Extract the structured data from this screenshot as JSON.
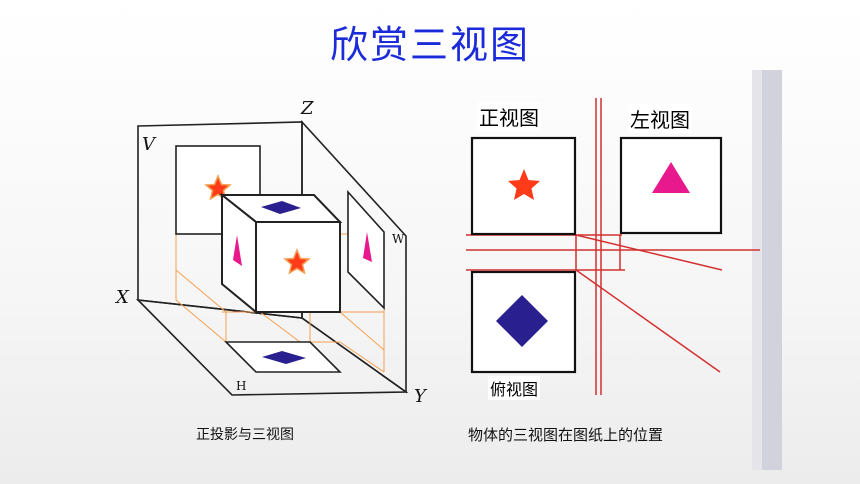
{
  "title": "欣赏三视图",
  "left_figure": {
    "axes": {
      "x": "X",
      "y": "Y",
      "z": "Z",
      "v": "V",
      "w": "W",
      "h": "H"
    },
    "caption": "正投影与三视图"
  },
  "right_figure": {
    "front_view_label": "正视图",
    "left_view_label": "左视图",
    "top_view_label": "俯视图",
    "caption": "物体的三视图在图纸上的位置"
  },
  "colors": {
    "title": "#1c2bd9",
    "star": "#ff3b1a",
    "triangle": "#e8198c",
    "diamond": "#2a1f8f",
    "projection_lines": "#f5a050",
    "red_lines": "#d33030"
  }
}
